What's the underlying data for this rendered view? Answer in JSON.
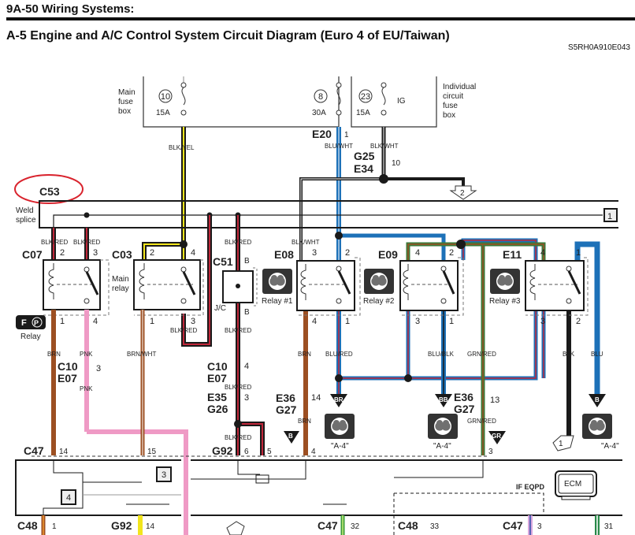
{
  "header": {
    "section": "9A-50   Wiring Systems:",
    "title": "A-5 Engine and A/C Control System Circuit Diagram (Euro 4 of EU/Taiwan)",
    "figure_code": "S5RH0A910E043"
  },
  "fuse_boxes": {
    "main_label": [
      "Main",
      "fuse",
      "box"
    ],
    "individual_label": [
      "Individual",
      "circuit",
      "fuse",
      "box"
    ],
    "fuses": [
      {
        "number": "10",
        "rating": "15A"
      },
      {
        "number": "8",
        "rating": "30A"
      },
      {
        "number": "23",
        "rating": "15A",
        "tag": "IG"
      }
    ]
  },
  "connectors": {
    "E20": "E20",
    "E20_pin": "1",
    "G25": "G25",
    "E34": "E34",
    "G25_pin": "10",
    "C53": "C53",
    "C07": "C07",
    "C03": "C03",
    "C51": "C51",
    "E08": "E08",
    "E09": "E09",
    "E11": "E11",
    "C10": "C10",
    "E07": "E07",
    "E35": "E35",
    "G26": "G26",
    "E36": "E36",
    "G27": "G27",
    "C47": "C47",
    "G92": "G92",
    "C48": "C48"
  },
  "weld_splice": [
    "Weld",
    "splice"
  ],
  "wires": {
    "blk_yel": "BLK/YEL",
    "blu_wht": "BLU/WHT",
    "blk_wht": "BLK/WHT",
    "blk_red": "BLK/RED",
    "brn": "BRN",
    "pnk": "PNK",
    "brn_wht": "BRN/WHT",
    "blu_red": "BLU/RED",
    "blu_blk": "BLU/BLK",
    "grn_red": "GRN/RED",
    "blk": "BLK",
    "blu": "BLU"
  },
  "relays": {
    "main_relay": [
      "Main",
      "relay"
    ],
    "fp_relay": "Relay",
    "jc": "J/C",
    "relay1": "Relay #1",
    "relay2": "Relay #2",
    "relay3": "Relay #3"
  },
  "pins": {
    "c07_2": "2",
    "c07_3": "3",
    "c07_1": "1",
    "c07_4": "4",
    "c03_2": "2",
    "c03_4": "4",
    "c03_1": "1",
    "c03_3": "3",
    "c51_b_top": "B",
    "c51_b_bot": "B",
    "e08_3": "3",
    "e08_2": "2",
    "e08_4": "4",
    "e08_1": "1",
    "e09_4": "4",
    "e09_2": "2",
    "e09_3": "3",
    "e09_1": "1",
    "e11_4": "4",
    "e11_1": "1",
    "e11_3": "3",
    "e11_2": "2",
    "c10_pnk": "3",
    "c10_red": "4",
    "e35": "3",
    "e36_brn": "14",
    "e36_grn": "13",
    "c47_14": "14",
    "c47_15": "15",
    "g92_6": "6",
    "g92_5": "5",
    "pin_4": "4",
    "pin_3": "3",
    "c48_1": "1",
    "g92_14": "14",
    "c47_32": "32",
    "c48_33": "33",
    "c47_3": "3",
    "c47_31": "31"
  },
  "references": {
    "ref_1": "1",
    "ref_2": "2",
    "ref_3": "3",
    "ref_4": "4",
    "a4": "\"A-4\"",
    "tri_br": "BR",
    "tri_bb": "BB",
    "tri_b": "B",
    "tri_gr": "GR"
  },
  "ecm": {
    "label": "ECM",
    "if_eqpd": "IF EQPD"
  },
  "colors": {
    "blk": "#1a1a1a",
    "yel": "#f2e51c",
    "blu": "#1d71b8",
    "red": "#c0273a",
    "brn": "#9c4f22",
    "pnk": "#ef9ac5",
    "grn": "#3a7a3a",
    "annotation": "#d9232d"
  }
}
